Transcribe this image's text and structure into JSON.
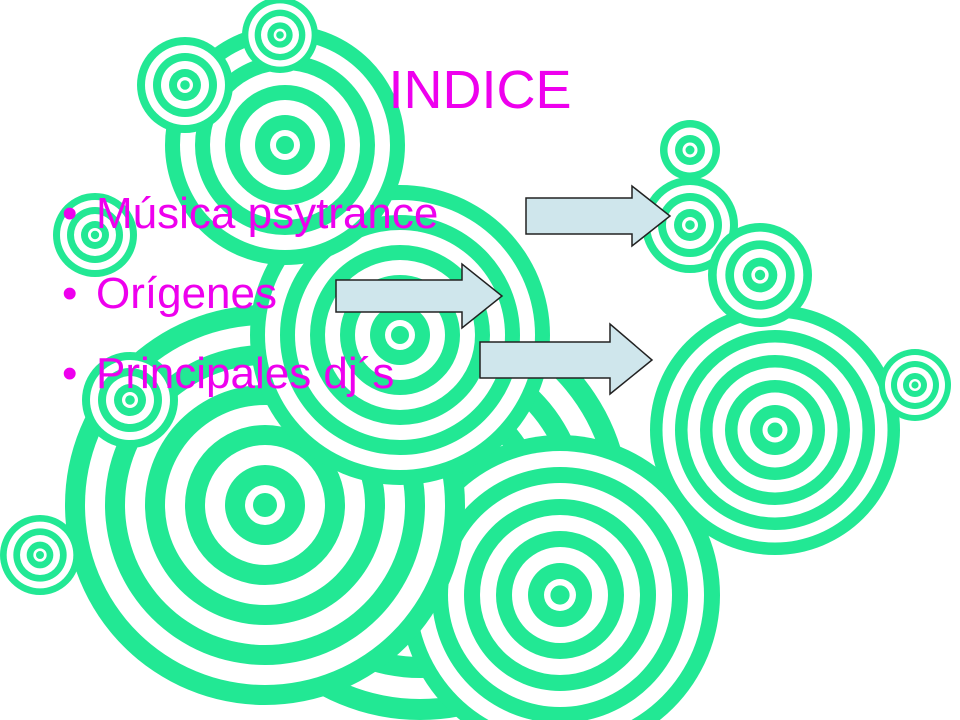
{
  "slide": {
    "title": "INDICE",
    "bullets": [
      {
        "marker": "•",
        "label": "Música psytrance"
      },
      {
        "marker": "•",
        "label": "Orígenes"
      },
      {
        "marker": "•",
        "label": "Principales dj´s"
      }
    ]
  },
  "colors": {
    "text": "#ee00ee",
    "ring": "#22e894",
    "arrow_fill": "#cfe6ec",
    "arrow_stroke": "#222222",
    "background": "#ffffff"
  },
  "icons": [
    "arrow-right-icon",
    "concentric-circles-pattern"
  ]
}
